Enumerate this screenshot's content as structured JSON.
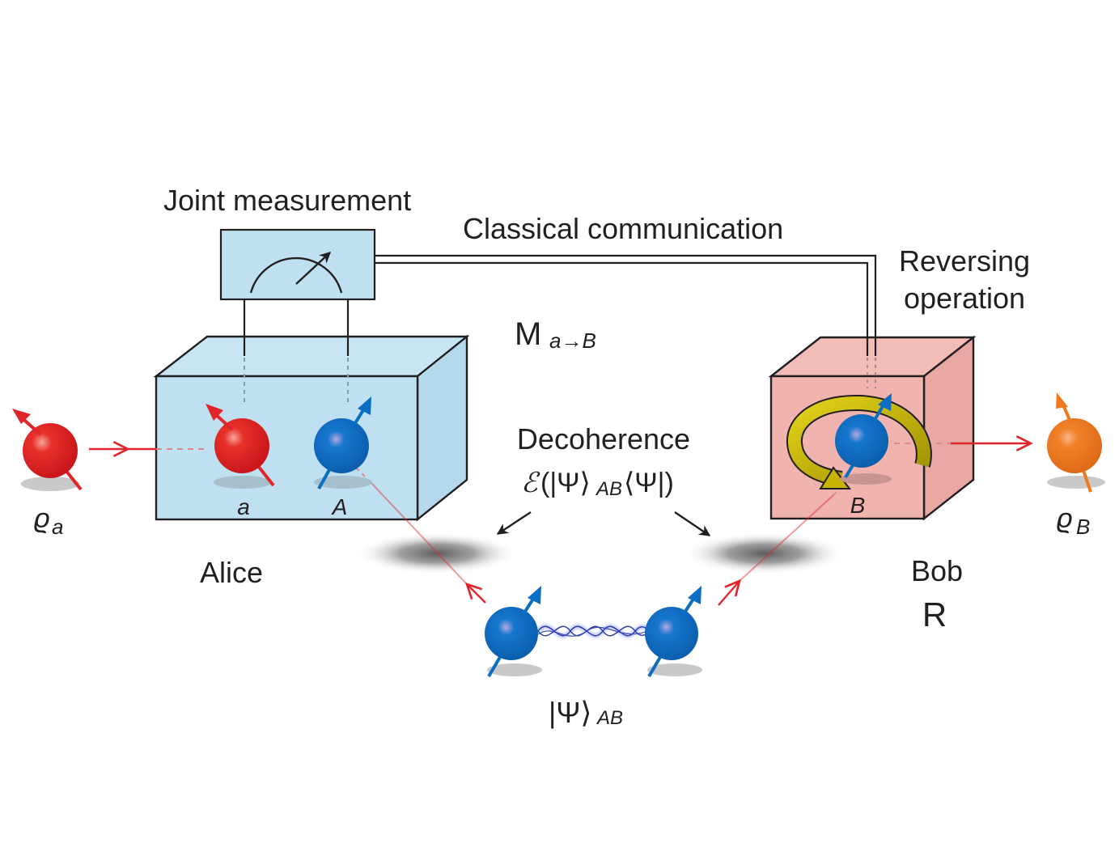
{
  "labels": {
    "joint_measurement": "Joint measurement",
    "classical_communication": "Classical communication",
    "reversing_operation_line1": "Reversing",
    "reversing_operation_line2": "operation",
    "measurement_symbol": "M",
    "measurement_subscript": "a→B",
    "decoherence": "Decoherence",
    "decoherence_formula_channel": "ℰ",
    "decoherence_formula_open": "(|Ψ⟩",
    "decoherence_formula_sub": "AB",
    "decoherence_formula_close": "⟨Ψ|)",
    "alice": "Alice",
    "bob": "Bob",
    "reversing_symbol": "R",
    "input_state_symbol": "ϱ",
    "input_state_sub": "a",
    "output_state_symbol": "ϱ",
    "output_state_sub": "B",
    "qubit_a": "a",
    "qubit_A": "A",
    "qubit_B": "B",
    "entangled_state_ket": "|Ψ⟩",
    "entangled_state_sub": "AB"
  },
  "colors": {
    "alice_box": "#bfe0f0",
    "bob_box": "#f0b3ae",
    "red_qubit": "#e02020",
    "blue_qubit": "#0a6fc2",
    "orange_qubit": "#ef7a1e",
    "arrow_red": "#e0262b",
    "reversing_arrow": "#c6b400",
    "outline": "#231f20"
  },
  "icons": {
    "meter": "measurement-meter-icon",
    "rotation": "rotation-arrow-icon",
    "entanglement": "entanglement-wave-icon"
  }
}
